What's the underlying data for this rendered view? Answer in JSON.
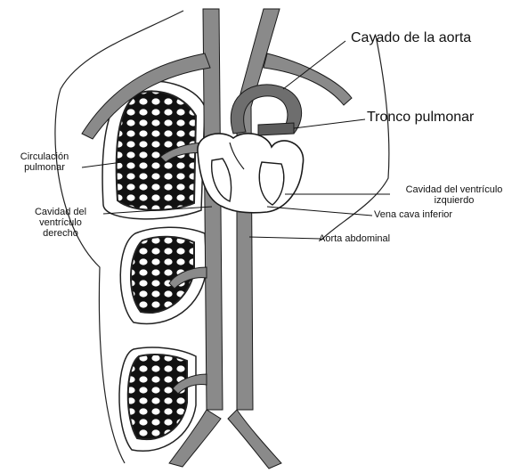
{
  "diagram": {
    "labels": {
      "cayado_aorta": "Cayado de la aorta",
      "tronco_pulmonar": "Tronco pulmonar",
      "circulacion_pulmonar": [
        "Circulación",
        "pulmonar"
      ],
      "cavidad_ventriculo_izquierdo": [
        "Cavidad del ventrículo",
        "izquierdo"
      ],
      "vena_cava_inferior": "Vena cava inferior",
      "cavidad_ventriculo_derecho": [
        "Cavidad del",
        "ventrículo",
        "derecho"
      ],
      "aorta_abdominal": "Aorta abdominal"
    },
    "colors": {
      "vessel": "#8a8a8a",
      "vessel_dark": "#5c5c5c",
      "outline": "#1a1a1a",
      "capillary_bg": "#111111"
    }
  }
}
